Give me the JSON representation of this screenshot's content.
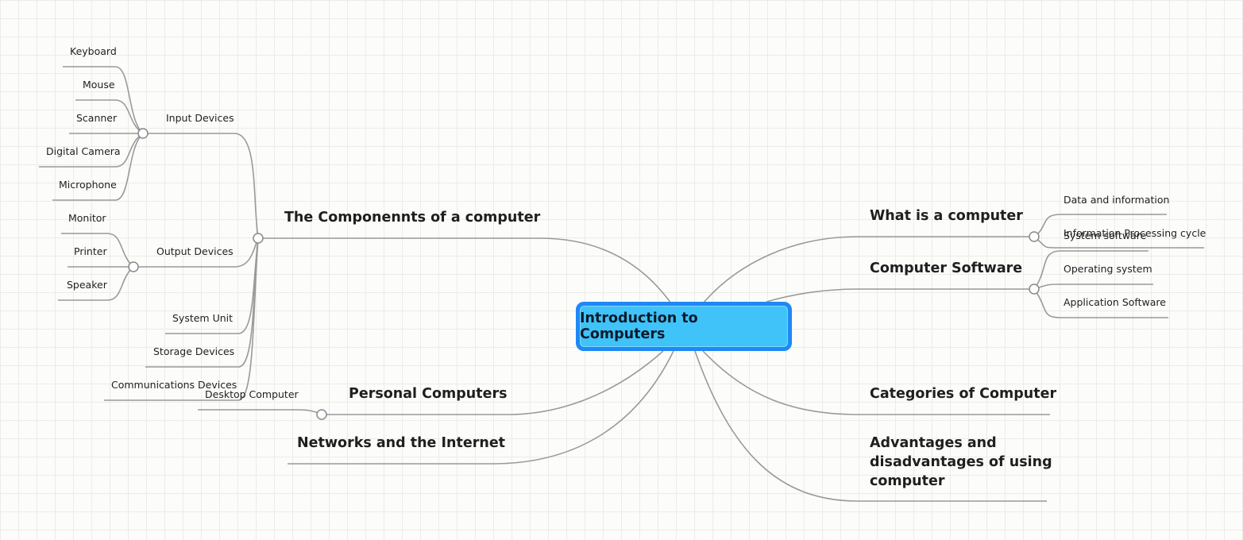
{
  "central": {
    "label": "Introduction to Computers"
  },
  "branches": {
    "components": {
      "label": "The Componennts of a computer",
      "input": {
        "label": "Input Devices",
        "items": [
          "Keyboard",
          "Mouse",
          "Scanner",
          "Digital Camera",
          "Microphone"
        ]
      },
      "output": {
        "label": "Output Devices",
        "items": [
          "Monitor",
          "Printer",
          "Speaker"
        ]
      },
      "system_unit": "System Unit",
      "storage": "Storage Devices",
      "communications": "Communications Devices"
    },
    "personal": {
      "label": "Personal Computers",
      "items": [
        "Desktop Computer"
      ]
    },
    "networks": {
      "label": "Networks and the Internet"
    },
    "what": {
      "label": "What is a computer",
      "items": [
        "Data and information",
        "Information Processing cycle"
      ]
    },
    "software": {
      "label": "Computer Software",
      "items": [
        "System software",
        "Operating system",
        "Application Software"
      ]
    },
    "categories": {
      "label": "Categories of Computer"
    },
    "advantages": {
      "label": "Advantages and disadvantages of using computer"
    }
  },
  "colors": {
    "connector": "#9a9a9a",
    "central_fill": "#3fc3f8",
    "central_border": "#1e88f6",
    "grid": "#ebede5"
  }
}
